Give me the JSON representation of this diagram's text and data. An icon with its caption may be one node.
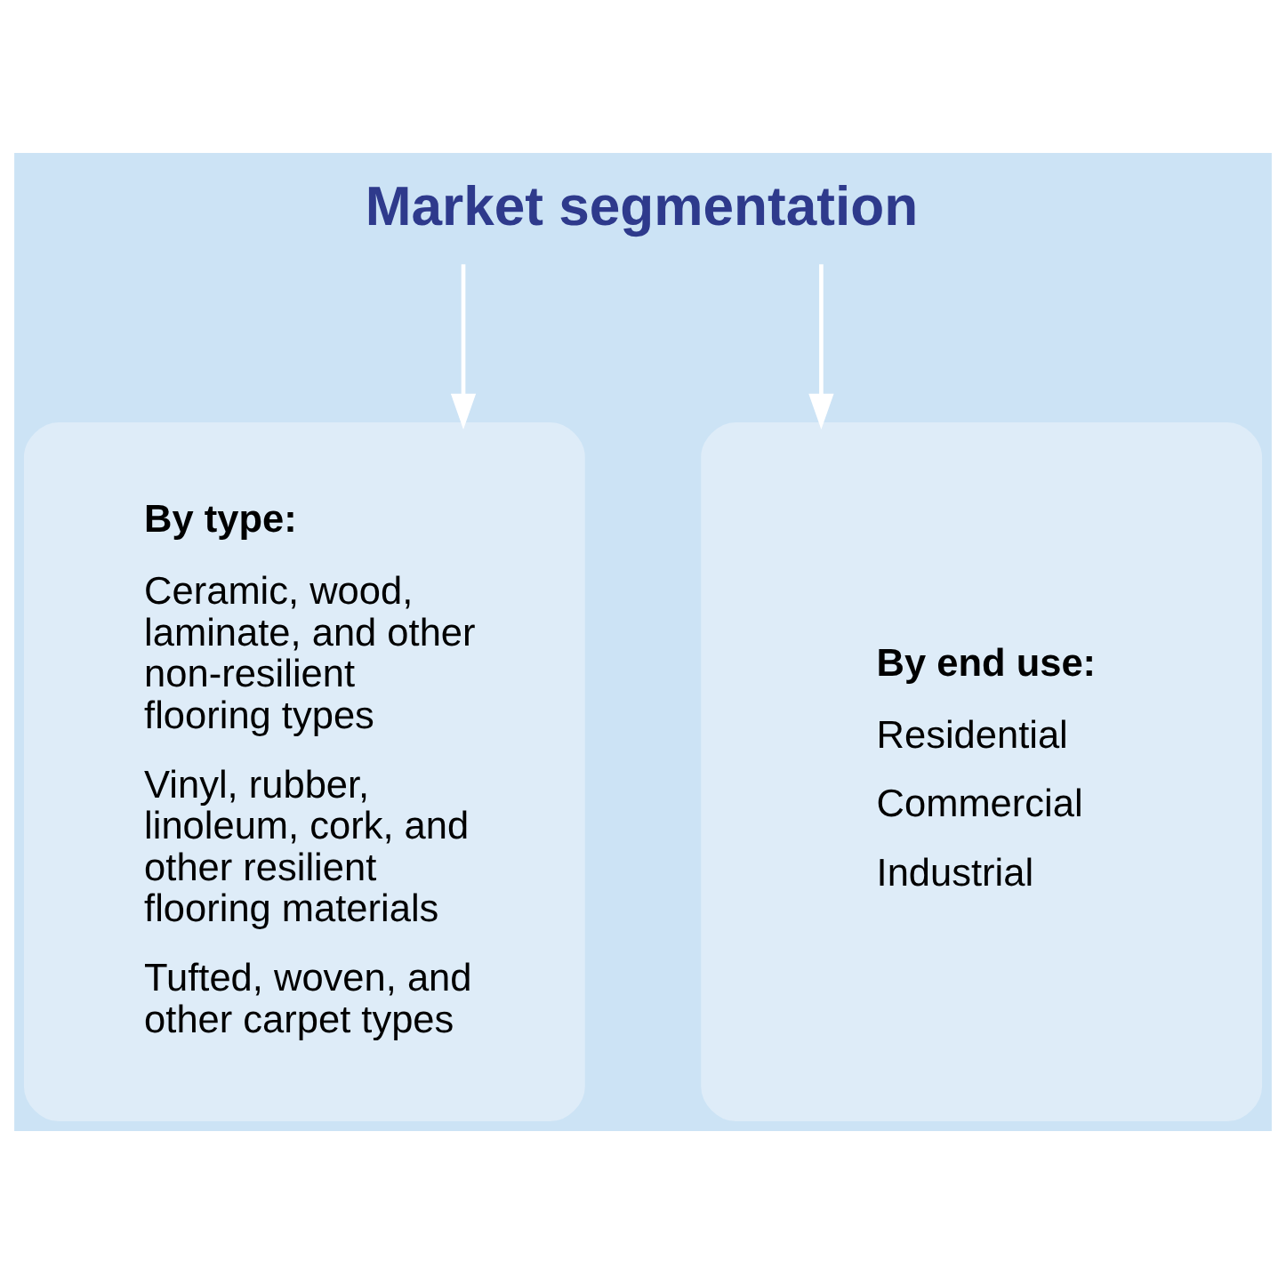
{
  "diagram": {
    "nodes": [
      {
        "text": [
          "Market segmentation"
        ]
      },
      {
        "text": [
          "By type:",
          "Ceramic, wood, laminate, and other non-resilient flooring types",
          "Vinyl, rubber, linoleum, cork, and other resilient flooring materials",
          "Tufted, woven, and other carpet types"
        ]
      },
      {
        "text": [
          "By end use:",
          "Residential",
          "Commercial",
          "Industrial"
        ]
      }
    ],
    "edges": [
      {
        "from": 0,
        "to": 1,
        "arrow": "to"
      },
      {
        "from": 0,
        "to": 2,
        "arrow": "to"
      }
    ]
  }
}
